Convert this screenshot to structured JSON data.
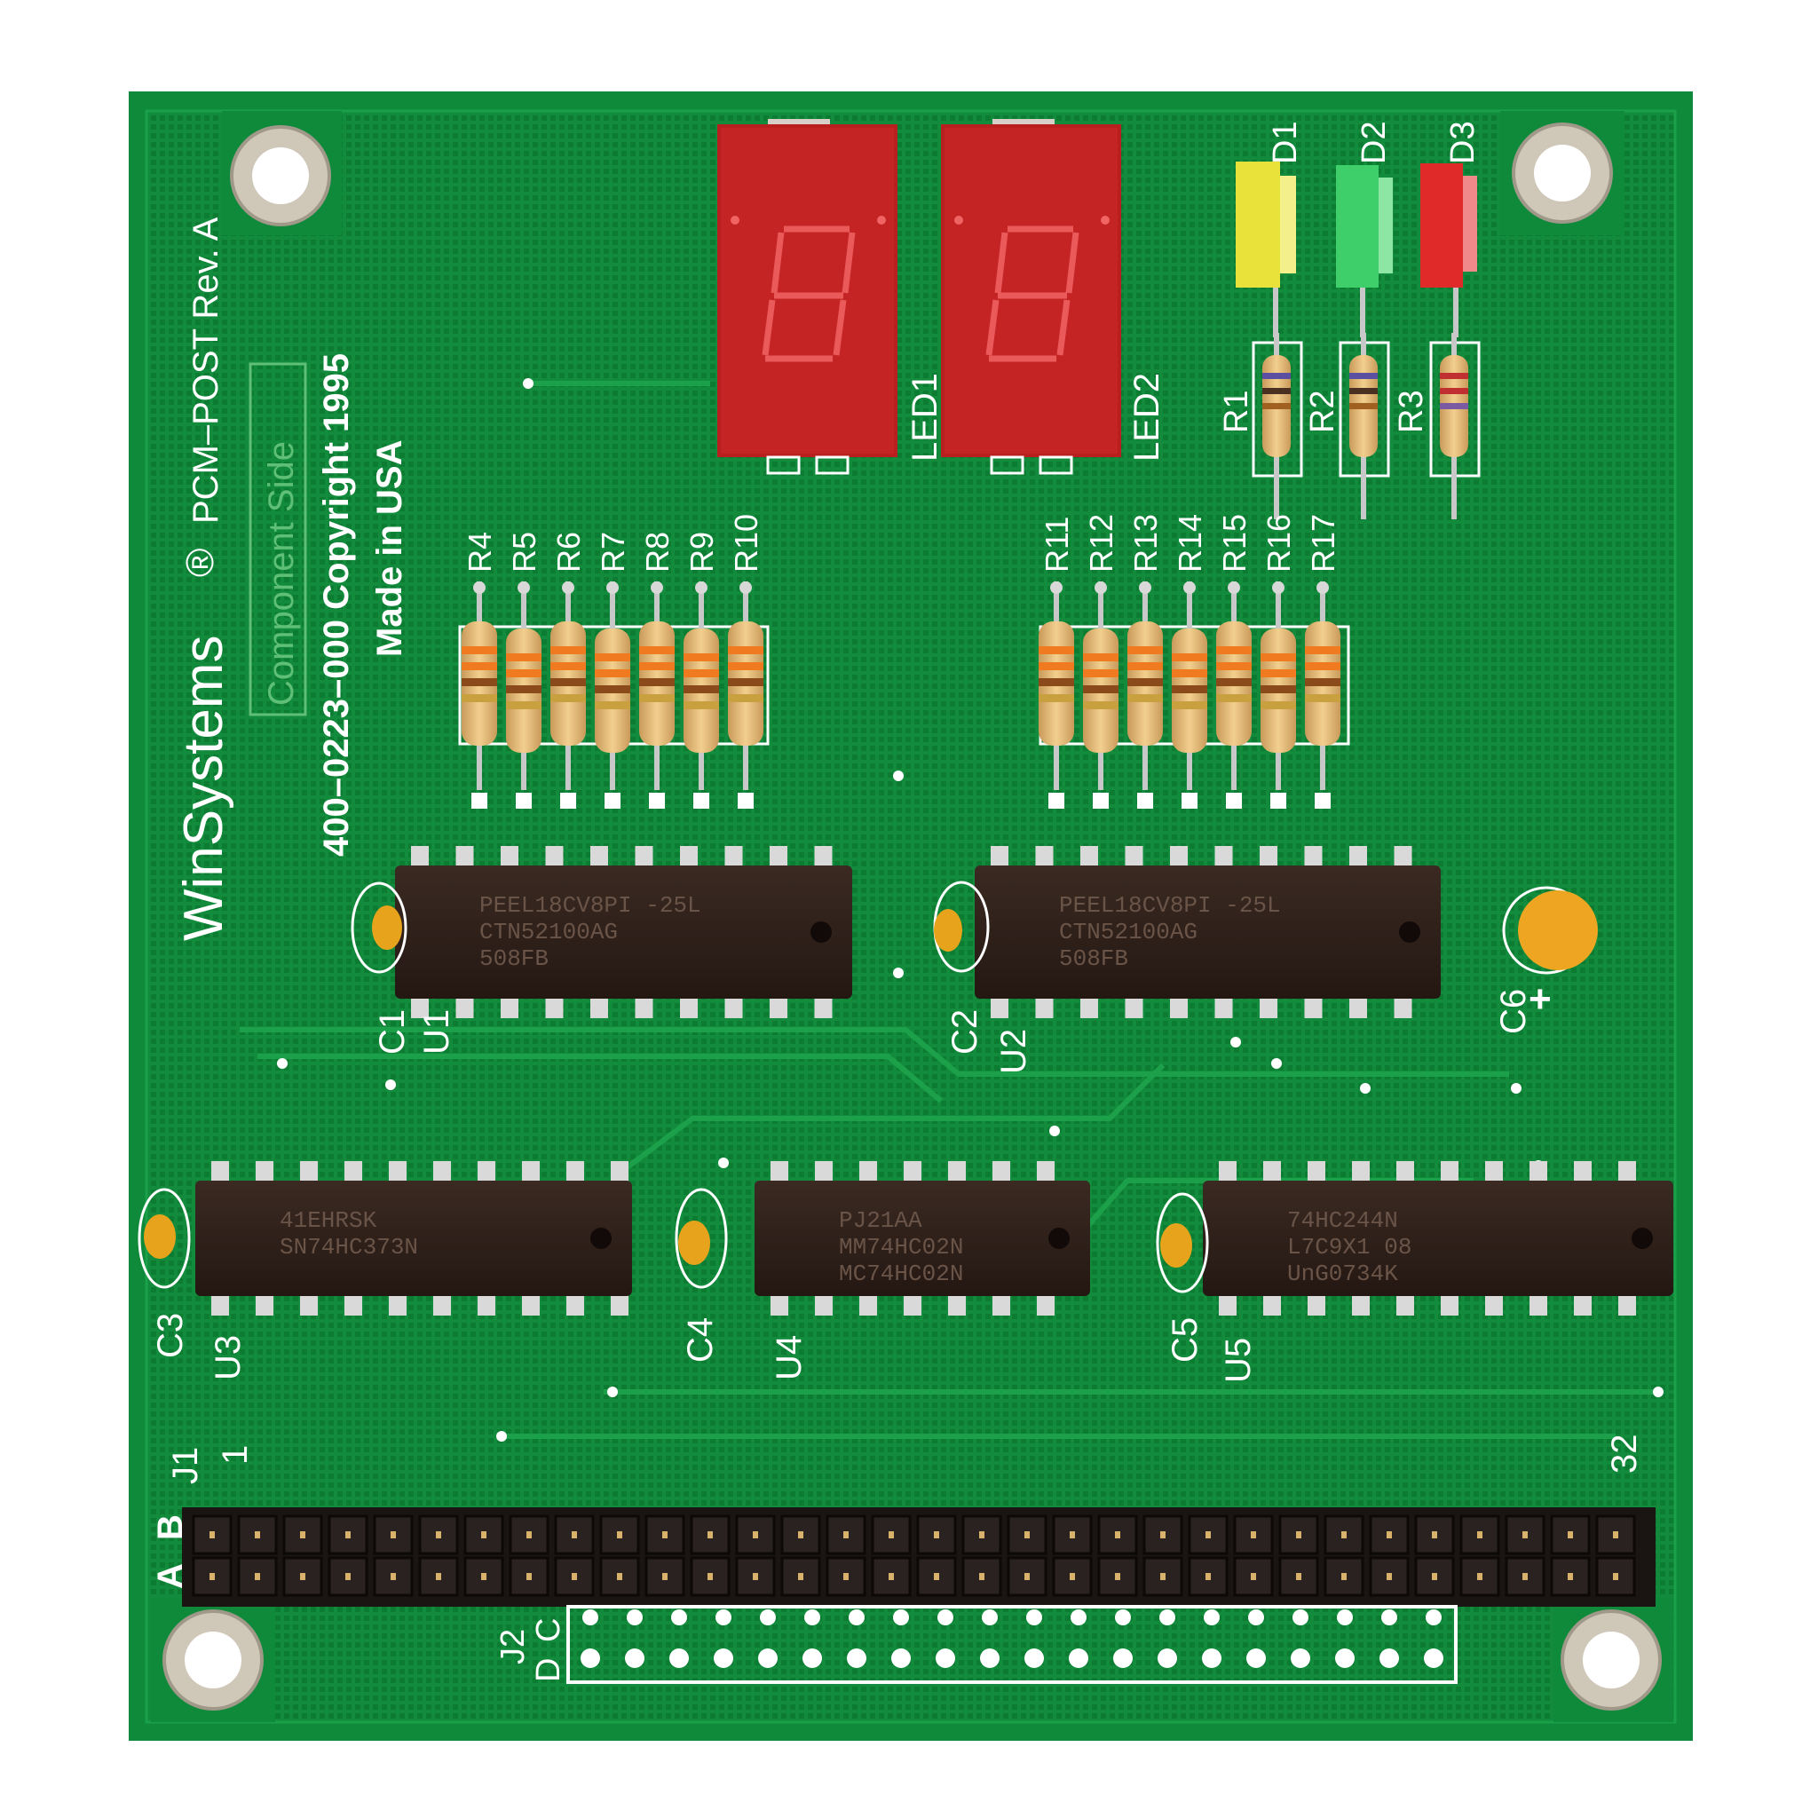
{
  "board": {
    "brand": "WinSystems",
    "registered": "®",
    "model": "PCM–POST Rev. A",
    "side": "Component Side",
    "part_copyright": "400–0223–000 Copyright 1995",
    "origin": "Made in USA",
    "pcb_color": "#0f8a3a",
    "silkscreen_color": "#ffffff"
  },
  "displays": [
    {
      "ref": "LED1"
    },
    {
      "ref": "LED2"
    }
  ],
  "leds": [
    {
      "ref": "D1",
      "color": "#e8e23a"
    },
    {
      "ref": "D2",
      "color": "#3fcf6a"
    },
    {
      "ref": "D3",
      "color": "#e02a2a"
    }
  ],
  "top_resistors": [
    "R1",
    "R2",
    "R3"
  ],
  "resistor_bank_left": [
    "R4",
    "R5",
    "R6",
    "R7",
    "R8",
    "R9",
    "R10"
  ],
  "resistor_bank_right": [
    "R11",
    "R12",
    "R13",
    "R14",
    "R15",
    "R16",
    "R17"
  ],
  "chips": [
    {
      "ref": "U1",
      "cap": "C1",
      "lines": [
        "PEEL18CV8PI  -25L",
        "CTN52100AG",
        "508FB"
      ]
    },
    {
      "ref": "U2",
      "cap": "C2",
      "lines": [
        "PEEL18CV8PI  -25L",
        "CTN52100AG",
        "508FB"
      ]
    },
    {
      "ref": "U3",
      "cap": "C3",
      "lines": [
        "41EHRSK",
        "SN74HC373N"
      ]
    },
    {
      "ref": "U4",
      "cap": "C4",
      "lines": [
        "PJ21AA",
        "MM74HC02N",
        "MC74HC02N"
      ]
    },
    {
      "ref": "U5",
      "cap": "C5",
      "lines": [
        "74HC244N",
        "L7C9X1     08",
        "UnG0734K"
      ]
    }
  ],
  "electrolytic": {
    "ref": "C6",
    "polarity": "+"
  },
  "connector": {
    "j1": "J1",
    "j2": "J2",
    "pin_first": "1",
    "pin_last": "32",
    "row_a": "A",
    "row_b": "B",
    "row_c": "C",
    "row_d": "D"
  }
}
